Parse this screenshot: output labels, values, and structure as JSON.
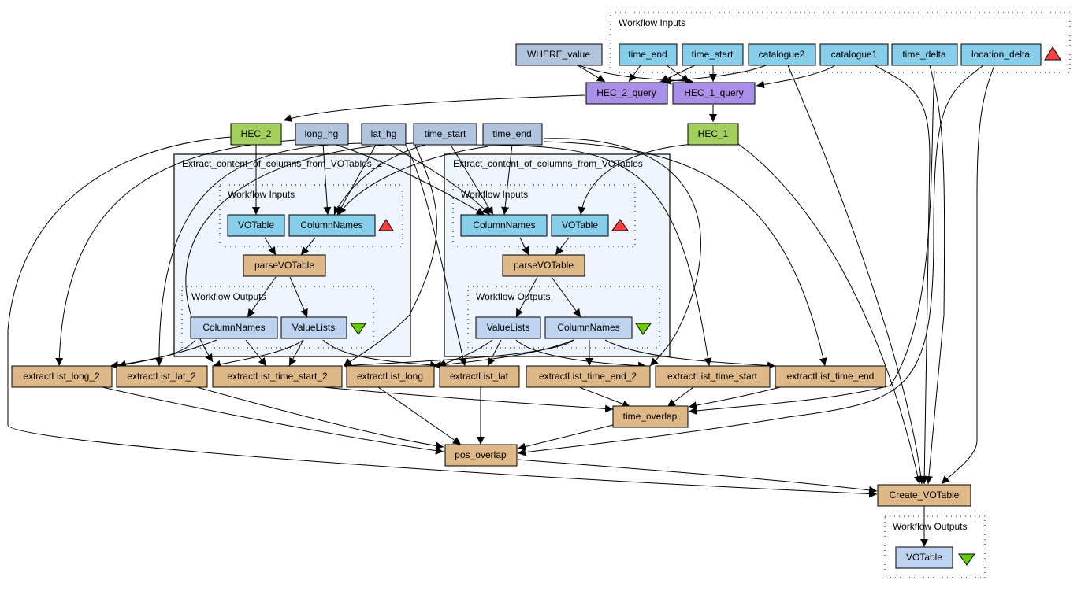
{
  "colors": {
    "workflow_input": "#87ceeb",
    "constant": "#b0c4de",
    "query": "#a98fe8",
    "beanshell_output": "#a3cf5d",
    "processor": "#deb887",
    "output_port": "#bdd3ef",
    "subworkflow_bg": "#eef5fd",
    "input_triangle": "#ff4040",
    "output_triangle": "#66cc00"
  },
  "clusters": {
    "top_inputs": "Workflow Inputs",
    "sub2": "Extract_content_of_columns_from_VOTables_2",
    "sub2_inputs": "Workflow Inputs",
    "sub2_outputs": "Workflow Outputs",
    "sub1": "Extract_content_of_columns_from_VOTables",
    "sub1_inputs": "Workflow Inputs",
    "sub1_outputs": "Workflow Outputs",
    "final_outputs": "Workflow Outputs"
  },
  "nodes": {
    "where_value": "WHERE_value",
    "in_time_end": "time_end",
    "in_time_start": "time_start",
    "in_catalogue2": "catalogue2",
    "in_catalogue1": "catalogue1",
    "in_time_delta": "time_delta",
    "in_location_delta": "location_delta",
    "hec_2_query": "HEC_2_query",
    "hec_1_query": "HEC_1_query",
    "hec_2": "HEC_2",
    "long_hg": "long_hg",
    "lat_hg": "lat_hg",
    "c_time_start": "time_start",
    "c_time_end": "time_end",
    "hec_1": "HEC_1",
    "s2_votable": "VOTable",
    "s2_columnnames": "ColumnNames",
    "s2_parse": "parseVOTable",
    "s2_out_columnnames": "ColumnNames",
    "s2_out_valuelists": "ValueLists",
    "s1_columnnames": "ColumnNames",
    "s1_votable": "VOTable",
    "s1_parse": "parseVOTable",
    "s1_out_valuelists": "ValueLists",
    "s1_out_columnnames": "ColumnNames",
    "el_long_2": "extractList_long_2",
    "el_lat_2": "extractList_lat_2",
    "el_time_start_2": "extractList_time_start_2",
    "el_long": "extractList_long",
    "el_lat": "extractList_lat",
    "el_time_end_2": "extractList_time_end_2",
    "el_time_start": "extractList_time_start",
    "el_time_end": "extractList_time_end",
    "time_overlap": "time_overlap",
    "pos_overlap": "pos_overlap",
    "create_votable": "Create_VOTable",
    "out_votable": "VOTable"
  }
}
